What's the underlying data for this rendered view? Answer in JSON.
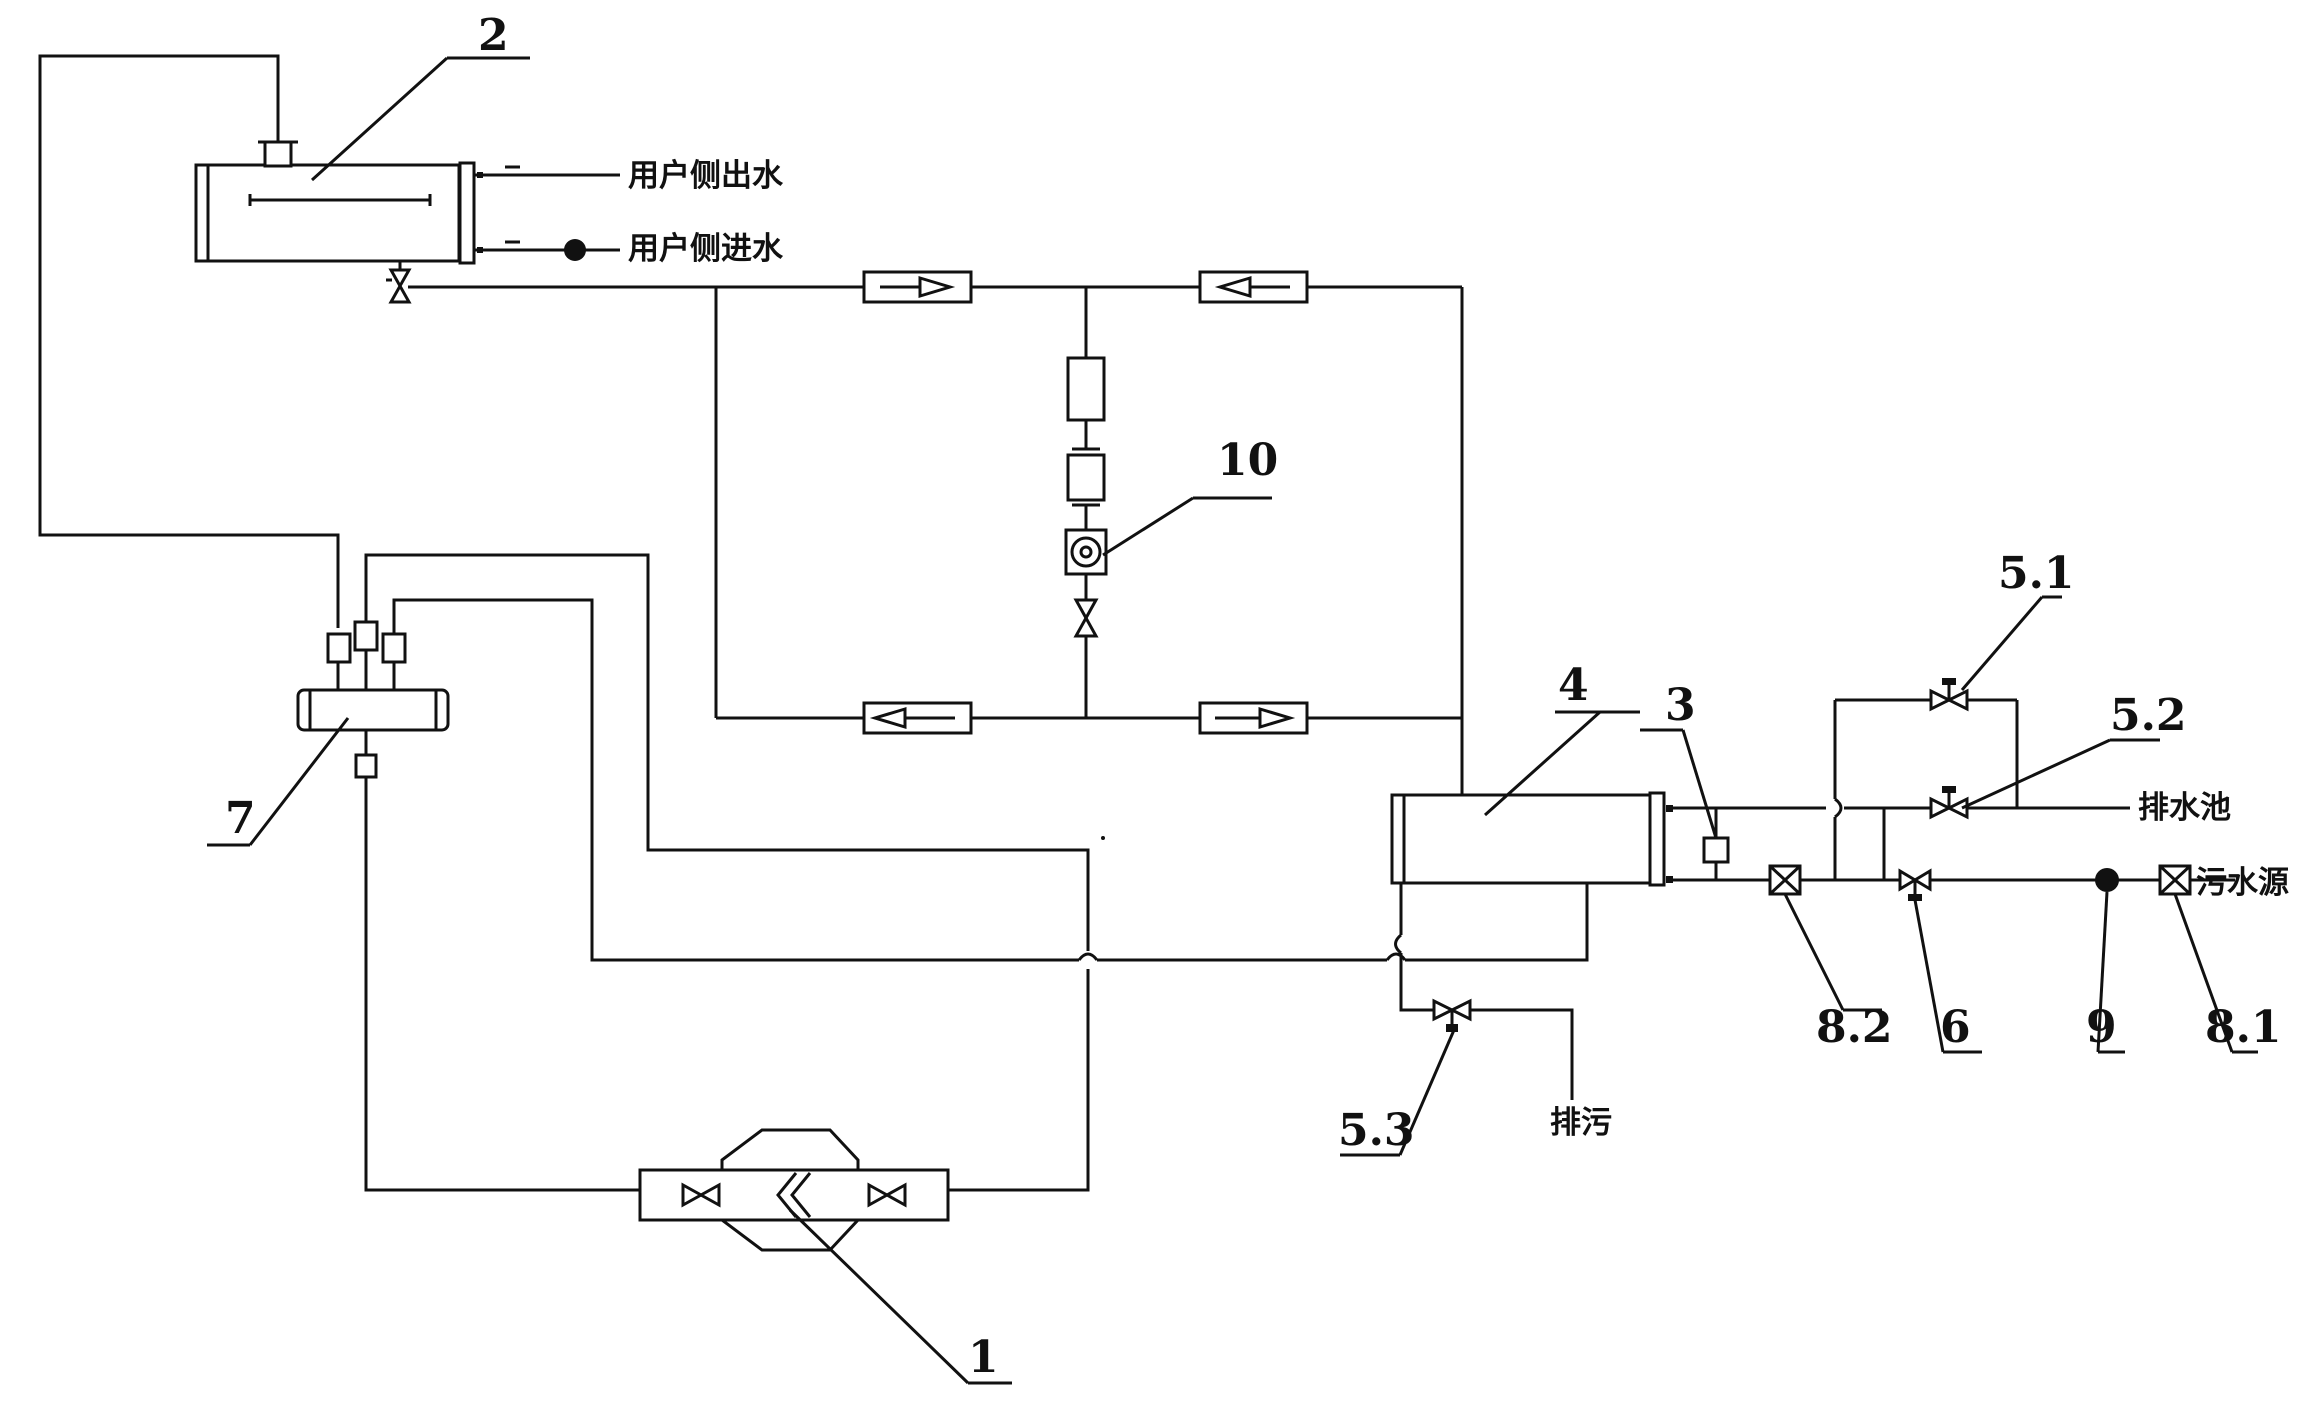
{
  "labels": {
    "n1": "1",
    "n2": "2",
    "n3": "3",
    "n4": "4",
    "n5_1": "5.1",
    "n5_2": "5.2",
    "n5_3": "5.3",
    "n6": "6",
    "n7": "7",
    "n8_1": "8.1",
    "n8_2": "8.2",
    "n9": "9",
    "n10": "10"
  },
  "text": {
    "user_outlet": "用户侧出水",
    "user_inlet": "用户侧进水",
    "drain_pool": "排水池",
    "sewage_source": "污水源",
    "blowdown": "排污"
  },
  "colors": {
    "line": "#111111",
    "background": "#ffffff"
  }
}
